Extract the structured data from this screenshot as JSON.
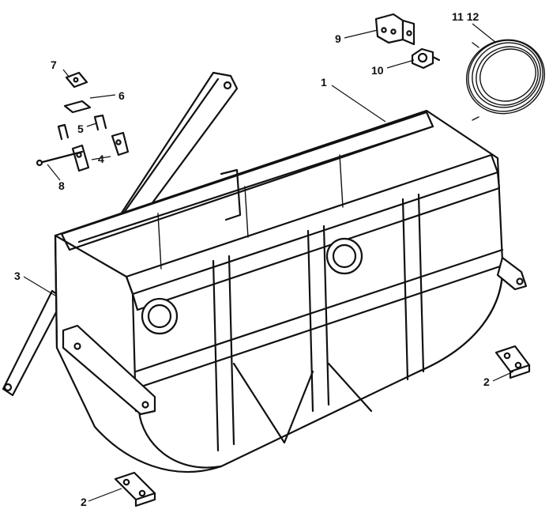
{
  "callouts": {
    "c1": "1",
    "c2a": "2",
    "c2b": "2",
    "c3": "3",
    "c4": "4",
    "c5": "5",
    "c6": "6",
    "c7": "7",
    "c8": "8",
    "c9": "9",
    "c10": "10",
    "c11_12": "11 12"
  }
}
